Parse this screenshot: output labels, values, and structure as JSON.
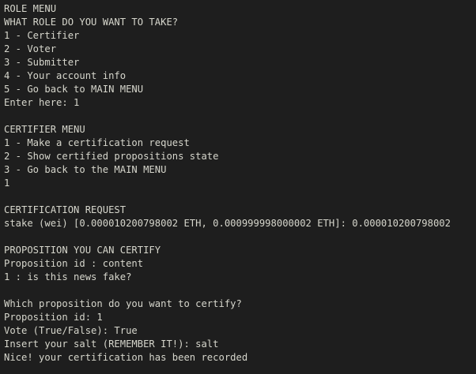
{
  "terminal": {
    "background_color": "#1e1e1e",
    "foreground_color": "#d6d6cc",
    "lines": [
      "ROLE MENU",
      "WHAT ROLE DO YOU WANT TO TAKE?",
      "1 - Certifier",
      "2 - Voter",
      "3 - Submitter",
      "4 - Your account info",
      "5 - Go back to MAIN MENU",
      "Enter here: 1",
      "",
      "CERTIFIER MENU",
      "1 - Make a certification request",
      "2 - Show certified propositions state",
      "3 - Go back to the MAIN MENU",
      "1",
      "",
      "CERTIFICATION REQUEST",
      "stake (wei) [0.000010200798002 ETH, 0.000999998000002 ETH]: 0.000010200798002",
      "",
      "PROPOSITION YOU CAN CERTIFY",
      "Proposition id : content",
      "1 : is this news fake?",
      "",
      "Which proposition do you want to certify?",
      "Proposition id: 1",
      "Vote (True/False): True",
      "Insert your salt (REMEMBER IT!): salt",
      "Nice! your certification has been recorded"
    ]
  }
}
